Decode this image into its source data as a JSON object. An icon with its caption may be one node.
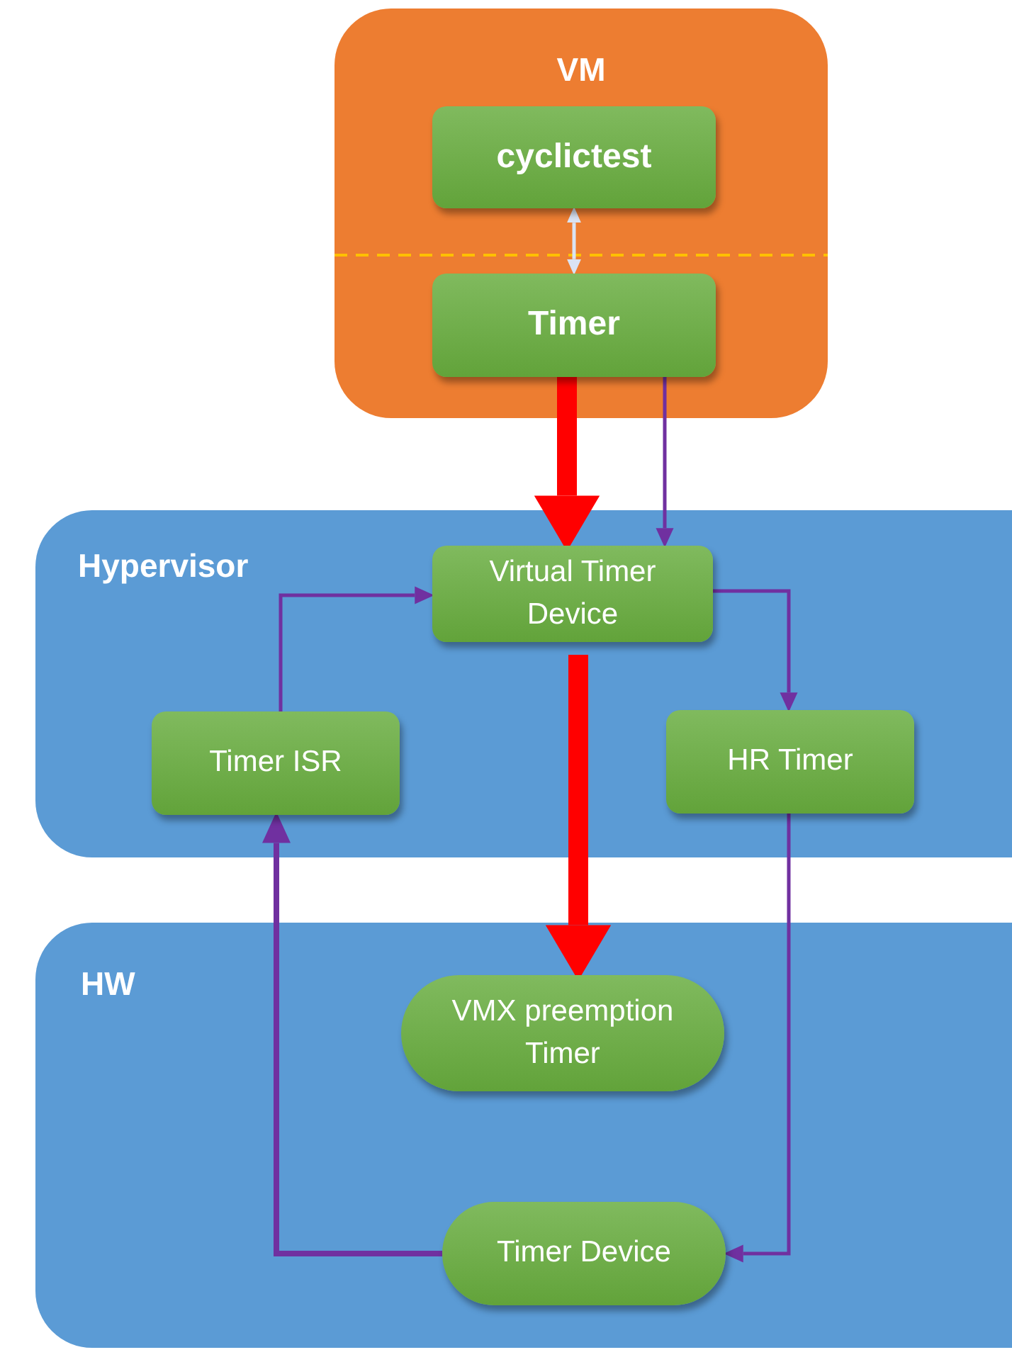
{
  "diagram": {
    "nodes": [
      {
        "text": [
          "VM"
        ]
      },
      {
        "text": [
          "cyclictest"
        ],
        "in": 0
      },
      {
        "text": [
          "Timer"
        ],
        "in": 0
      },
      {
        "text": [
          "Hypervisor"
        ]
      },
      {
        "text": [
          "Virtual Timer Device"
        ],
        "in": 3
      },
      {
        "text": [
          "Timer ISR"
        ],
        "in": 3
      },
      {
        "text": [
          "HR Timer"
        ],
        "in": 3
      },
      {
        "text": [
          "HW"
        ]
      },
      {
        "text": [
          "VMX preemption Timer"
        ],
        "in": 7
      },
      {
        "text": [
          "Timer Device"
        ],
        "in": 7
      }
    ],
    "edges": [
      {
        "from": 1,
        "to": 2,
        "arrow": "both",
        "color": "#dae3f3"
      },
      {
        "from": 2,
        "to": 4,
        "arrow": "to",
        "style": "thick",
        "color": "#ff0000"
      },
      {
        "from": 2,
        "to": 4,
        "arrow": "to"
      },
      {
        "from": 4,
        "to": 8,
        "arrow": "to",
        "style": "thick",
        "color": "#ff0000"
      },
      {
        "from": 4,
        "to": 6,
        "arrow": "to"
      },
      {
        "from": 6,
        "to": 9,
        "arrow": "to"
      },
      {
        "from": 9,
        "to": 5,
        "arrow": "to"
      },
      {
        "from": 5,
        "to": 4,
        "arrow": "to"
      }
    ]
  }
}
